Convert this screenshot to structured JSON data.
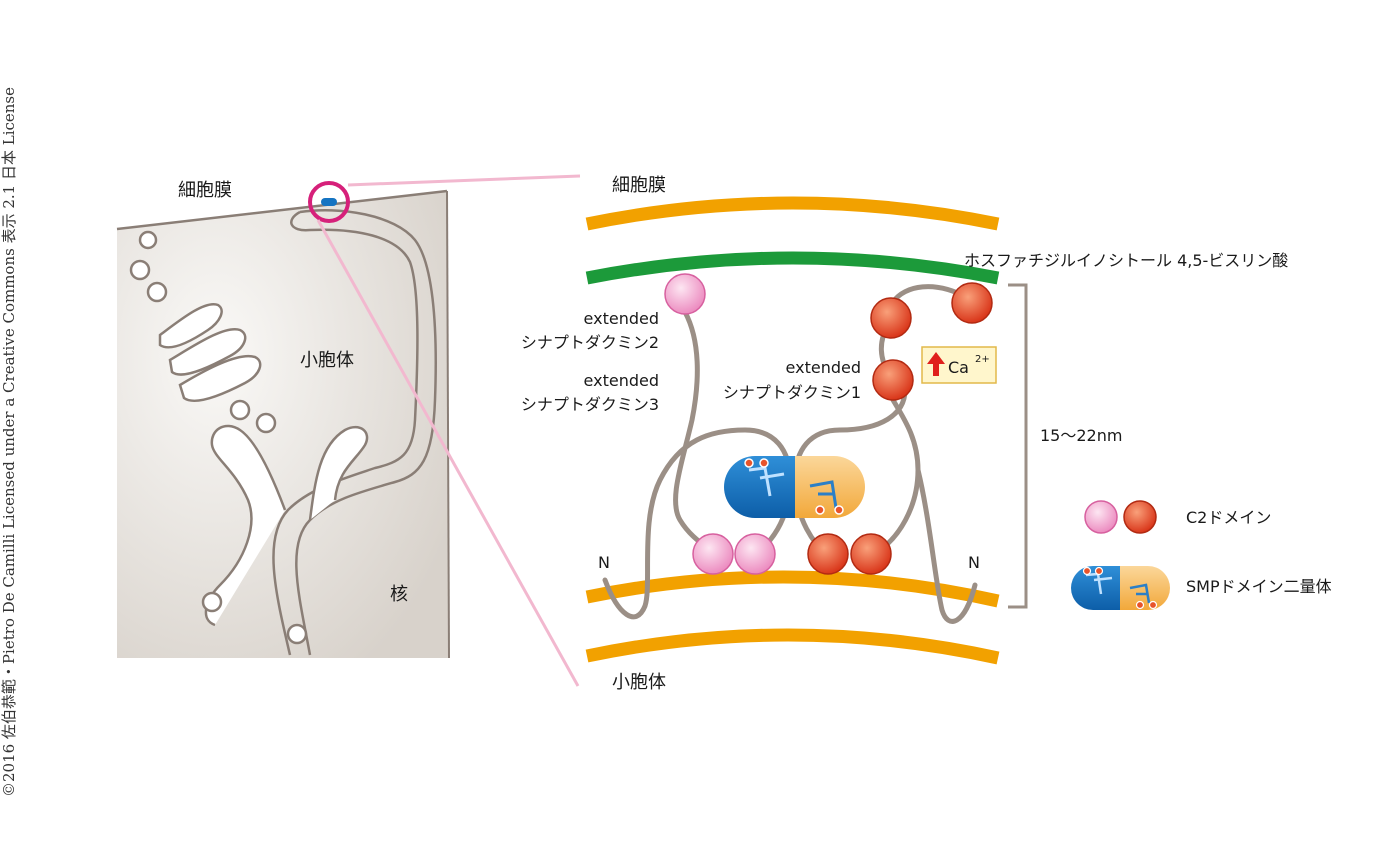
{
  "copyright": "©2016 佐伯恭範・Pietro De Camilli Licensed under a Creative Commons 表示 2.1 日本 License",
  "left_panel": {
    "plasma_membrane": "細胞膜",
    "er": "小胞体",
    "nucleus": "核"
  },
  "right_panel": {
    "plasma_membrane": "細胞膜",
    "er": "小胞体",
    "pip2": "ホスファチジルイノシトール 4,5-ビスリン酸",
    "e_syt2_line1": "extended",
    "e_syt2_line2": "シナプトダクミン2",
    "e_syt3_line1": "extended",
    "e_syt3_line2": "シナプトダクミン3",
    "e_syt1_line1": "extended",
    "e_syt1_line2": "シナプトダクミン1",
    "ca_base": "Ca",
    "ca_sup": "2+",
    "distance": "15～22nm",
    "n_left": "N",
    "n_right": "N"
  },
  "legend": {
    "c2": "C2ドメイン",
    "smp": "SMPドメイン二量体"
  },
  "colors": {
    "membrane_orange": "#f2a100",
    "pip2_green": "#1c9a3a",
    "pink_domain": "#f3a9cf",
    "red_domain": "#e8542a",
    "smp_blue": "#1574c2",
    "smp_orange": "#f4b648",
    "tether_gray": "#9b8f86",
    "highlight_magenta": "#d6207a",
    "zoom_line_pink": "#f2b8cf"
  }
}
